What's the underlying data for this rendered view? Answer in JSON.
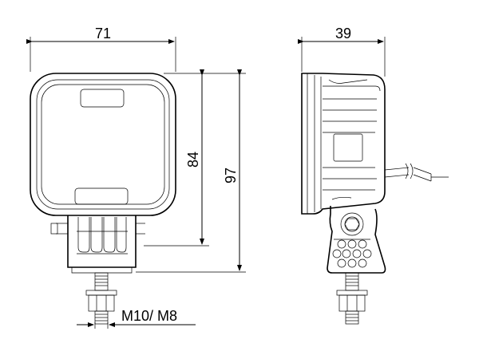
{
  "dimensions": {
    "front_width": "71",
    "lens_height": "84",
    "total_height": "97",
    "side_depth": "39",
    "thread": "M10/ M8"
  }
}
